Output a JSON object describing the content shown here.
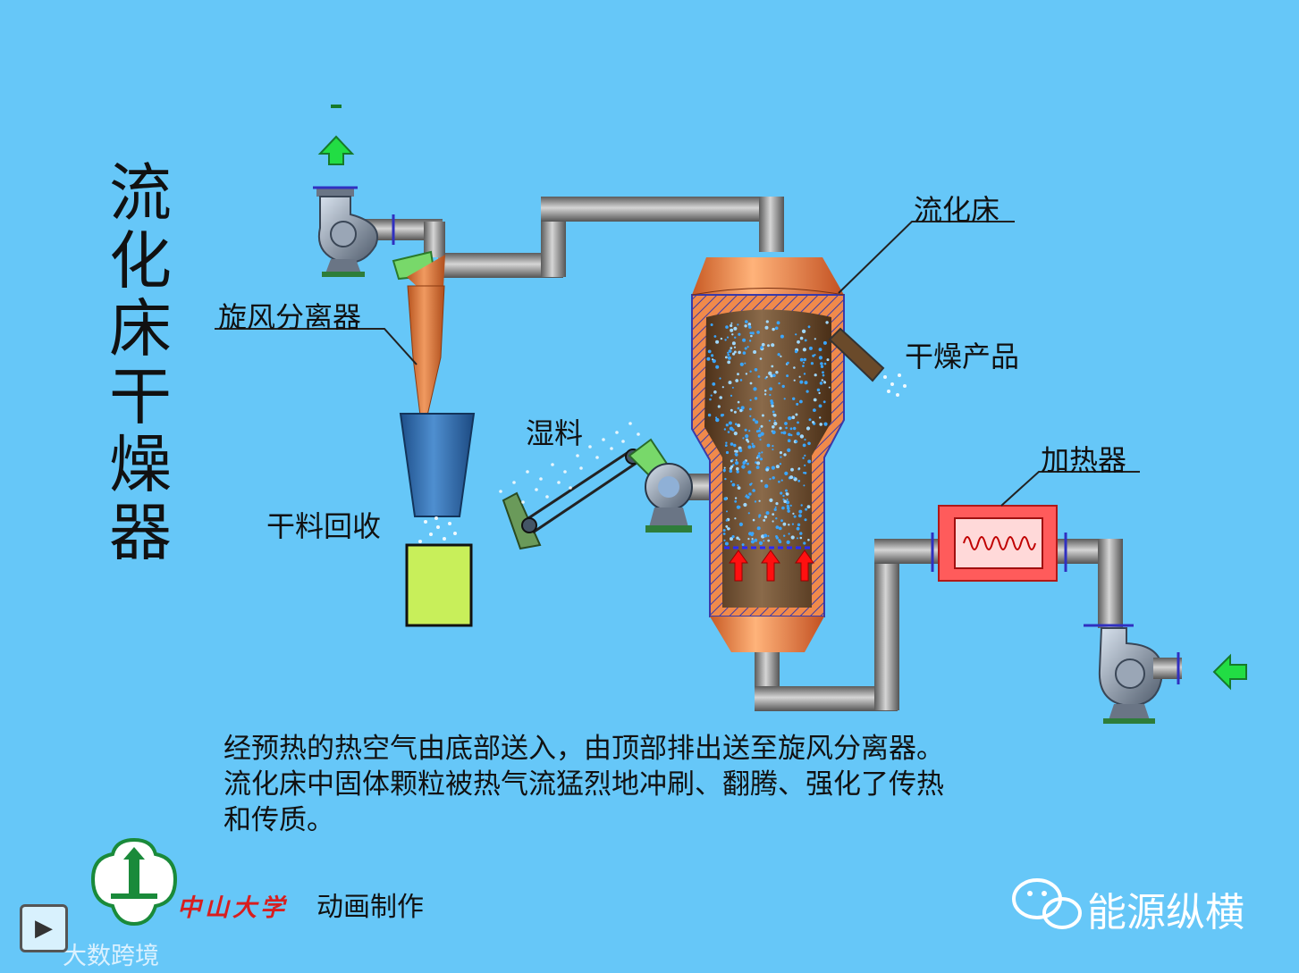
{
  "title_chars": [
    "流",
    "化",
    "床",
    "干",
    "燥",
    "器"
  ],
  "labels": {
    "cyclone": "旋风分离器",
    "fluid_bed": "流化床",
    "dry_product": "干燥产品",
    "wet_material": "湿料",
    "dry_recovery": "干料回收",
    "heater": "加热器"
  },
  "description": [
    "经预热的热空气由底部送入，由顶部排出送至旋风分离器。",
    "流化床中固体颗粒被热气流猛烈地冲刷、翻腾、强化了传热",
    "和传质。"
  ],
  "footer": {
    "university": "中山大学",
    "credit": "动画制作",
    "brand": "能源纵横",
    "watermark": "大数跨境"
  },
  "colors": {
    "background": "#66c7f8",
    "pipe": "#8c8c8c",
    "vessel_shell": "#f08a4b",
    "bed": "#6e4b2a",
    "heater": "#ff5b5b",
    "bin": "#c8ef5a",
    "arrow": "#22dd44",
    "hot_air": "#ff1010"
  },
  "icons": [
    "play-icon",
    "wechat-icon",
    "university-logo-icon"
  ]
}
